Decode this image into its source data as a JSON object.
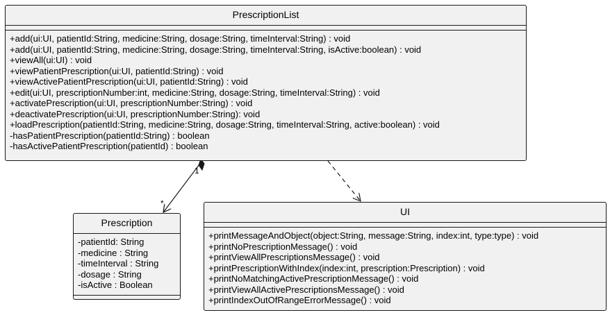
{
  "classes": {
    "prescription_list": {
      "name": "PrescriptionList",
      "attributes": [],
      "methods": [
        "+add(ui:UI, patientId:String, medicine:String, dosage:String, timeInterval:String) : void",
        "+add(ui:UI, patientId:String, medicine:String, dosage:String, timeInterval:String, isActive:boolean) : void",
        "+viewAll(ui:UI) : void",
        "+viewPatientPrescription(ui:UI, patientId:String) : void",
        "+viewActivePatientPrescription(ui:UI, patientId:String) : void",
        "+edit(ui:UI, prescriptionNumber:int, medicine:String, dosage:String, timeInterval:String) : void",
        "+activatePrescription(ui:UI, prescriptionNumber:String) : void",
        "+deactivatePrescription(ui:UI, prescriptionNumber:String): void",
        "+loadPrescription(patientId:String, medicine:String, dosage:String, timeInterval:String, active:boolean) : void",
        "-hasPatientPrescription(patientId:String) : boolean",
        "-hasActivePatientPrescription(patientId) : boolean"
      ]
    },
    "prescription": {
      "name": "Prescription",
      "attributes": [
        "-patientId: String",
        "-medicine : String",
        "-timeInterval : String",
        "-dosage : String",
        "-isActive : Boolean"
      ],
      "methods": []
    },
    "ui": {
      "name": "UI",
      "attributes": [],
      "methods": [
        "+printMessageAndObject(object:String, message:String, index:int, type:type) : void",
        "+printNoPrescriptionMessage() : void",
        "+printViewAllPrescriptionsMessage() : void",
        "+printPrescriptionWithIndex(index:int, prescription:Prescription) : void",
        "+printNoMatchingActivePrescriptionMessage() : void",
        "+printViewAllActivePrescriptionsMessage() : void",
        "+printIndexOutOfRangeErrorMessage() : void"
      ]
    }
  },
  "relations": {
    "composition": {
      "from": "PrescriptionList",
      "to": "Prescription",
      "source_multiplicity": "1",
      "target_multiplicity": "*"
    },
    "dependency": {
      "from": "PrescriptionList",
      "to": "UI"
    }
  },
  "colors": {
    "box_fill": "#f1f1f1",
    "line": "#181818",
    "background": "#ffffff"
  }
}
